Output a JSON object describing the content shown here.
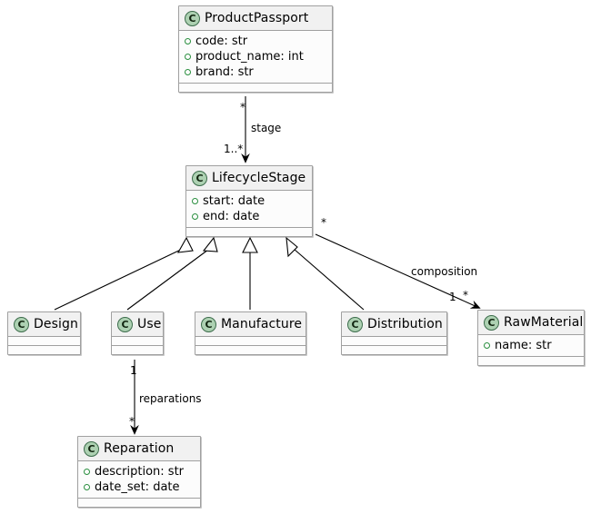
{
  "diagram": {
    "type": "uml-class-diagram",
    "background": "#ffffff",
    "class_icon_letter": "C",
    "class_icon_color": "#ADD1B2",
    "attribute_bullet_color": "#2A8F3F",
    "border_color": "#A0A0A0",
    "header_color": "#F1F1F1",
    "body_color": "#FCFCFC"
  },
  "classes": [
    {
      "id": "product-passport",
      "name": "ProductPassport",
      "attributes": [
        {
          "visibility": "public",
          "text": "code: str"
        },
        {
          "visibility": "public",
          "text": "product_name: int"
        },
        {
          "visibility": "public",
          "text": "brand: str"
        }
      ],
      "methods": []
    },
    {
      "id": "lifecycle-stage",
      "name": "LifecycleStage",
      "attributes": [
        {
          "visibility": "public",
          "text": "start: date"
        },
        {
          "visibility": "public",
          "text": "end: date"
        }
      ],
      "methods": []
    },
    {
      "id": "design",
      "name": "Design",
      "attributes": [],
      "methods": []
    },
    {
      "id": "use",
      "name": "Use",
      "attributes": [],
      "methods": []
    },
    {
      "id": "manufacture",
      "name": "Manufacture",
      "attributes": [],
      "methods": []
    },
    {
      "id": "distribution",
      "name": "Distribution",
      "attributes": [],
      "methods": []
    },
    {
      "id": "raw-material",
      "name": "RawMaterial",
      "attributes": [
        {
          "visibility": "public",
          "text": "name: str"
        }
      ],
      "methods": []
    },
    {
      "id": "reparation",
      "name": "Reparation",
      "attributes": [
        {
          "visibility": "public",
          "text": "description: str"
        },
        {
          "visibility": "public",
          "text": "date_set: date"
        }
      ],
      "methods": []
    }
  ],
  "relationships": [
    {
      "id": "stage",
      "from": "product-passport",
      "to": "lifecycle-stage",
      "kind": "association",
      "label": "stage",
      "source_multiplicity": "*",
      "target_multiplicity": "1..*"
    },
    {
      "id": "composition",
      "from": "lifecycle-stage",
      "to": "raw-material",
      "kind": "association",
      "label": "composition",
      "source_multiplicity": "*",
      "target_multiplicity_left": "1",
      "target_multiplicity_right": "*"
    },
    {
      "id": "reparations",
      "from": "use",
      "to": "reparation",
      "kind": "association",
      "label": "reparations",
      "source_multiplicity": "1",
      "target_multiplicity": "*"
    },
    {
      "id": "design-inherits",
      "from": "design",
      "to": "lifecycle-stage",
      "kind": "generalization",
      "label": ""
    },
    {
      "id": "use-inherits",
      "from": "use",
      "to": "lifecycle-stage",
      "kind": "generalization",
      "label": ""
    },
    {
      "id": "manufacture-inherits",
      "from": "manufacture",
      "to": "lifecycle-stage",
      "kind": "generalization",
      "label": ""
    },
    {
      "id": "distribution-inherits",
      "from": "distribution",
      "to": "lifecycle-stage",
      "kind": "generalization",
      "label": ""
    }
  ],
  "labels": {
    "stage": "stage",
    "composition": "composition",
    "reparations": "reparations",
    "stage_src": "*",
    "stage_tgt": "1..*",
    "comp_src": "*",
    "comp_tgt_one": "1",
    "comp_tgt_star": "*",
    "rep_src": "1",
    "rep_tgt": "*"
  }
}
